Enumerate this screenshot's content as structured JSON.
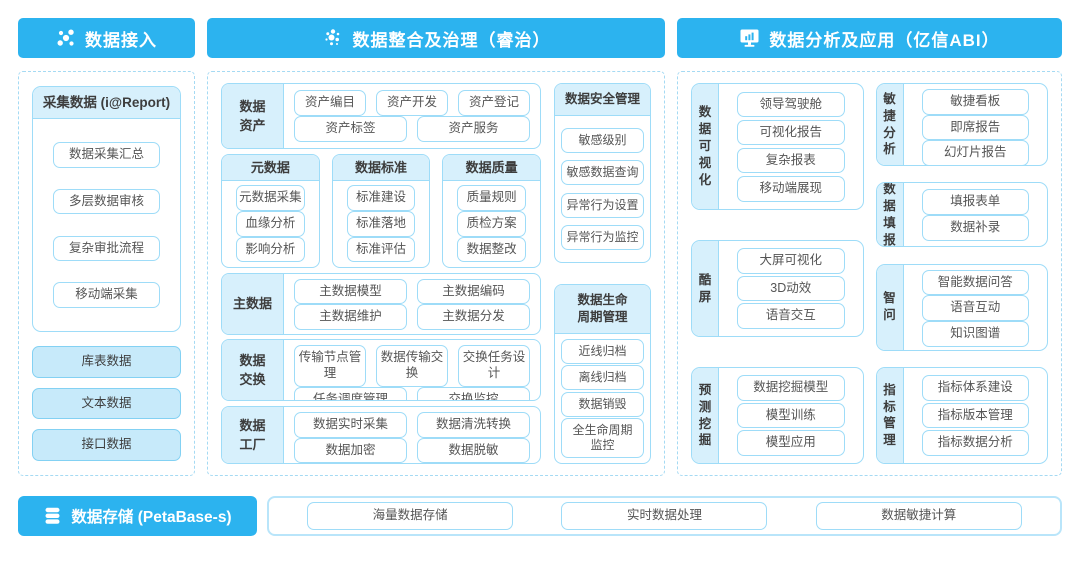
{
  "colors": {
    "header_blue": "#2cb3ef",
    "light_fill": "#d7f0fc",
    "source_fill": "#c7eafa",
    "box_border": "#9edcf8"
  },
  "access": {
    "title": "数据接入",
    "collect": {
      "title": "采集数据 (i@Report)",
      "items": [
        "数据采集汇总",
        "多层数据审核",
        "复杂审批流程",
        "移动端采集"
      ]
    },
    "sources": [
      "库表数据",
      "文本数据",
      "接口数据"
    ]
  },
  "governance": {
    "title": "数据整合及治理（睿治）",
    "asset": {
      "label": "数据\n资产",
      "row1": [
        "资产编目",
        "资产开发",
        "资产登记"
      ],
      "row2": [
        "资产标签",
        "资产服务"
      ]
    },
    "groups": [
      {
        "title": "元数据",
        "items": [
          "元数据采集",
          "血缘分析",
          "影响分析"
        ]
      },
      {
        "title": "数据标准",
        "items": [
          "标准建设",
          "标准落地",
          "标准评估"
        ]
      },
      {
        "title": "数据质量",
        "items": [
          "质量规则",
          "质检方案",
          "数据整改"
        ]
      }
    ],
    "master": {
      "label": "主数据",
      "items": [
        "主数据模型",
        "主数据编码",
        "主数据维护",
        "主数据分发"
      ]
    },
    "exchange": {
      "label": "数据\n交换",
      "row1": [
        "传输节点管理",
        "数据传输交换",
        "交换任务设计"
      ],
      "row2": [
        "任务调度管理",
        "交换监控"
      ]
    },
    "factory": {
      "label": "数据\n工厂",
      "items": [
        "数据实时采集",
        "数据清洗转换",
        "数据加密",
        "数据脱敏"
      ]
    },
    "security": {
      "title": "数据安全管理",
      "items": [
        "敏感级别",
        "敏感数据查询",
        "异常行为设置",
        "异常行为监控"
      ]
    },
    "lifecycle": {
      "title": "数据生命\n周期管理",
      "items": [
        "近线归档",
        "离线归档",
        "数据销毁",
        "全生命周期\n监控"
      ]
    }
  },
  "analysis": {
    "title": "数据分析及应用（亿信ABI）",
    "left": [
      {
        "label": "数\n据\n可\n视\n化",
        "items": [
          "领导驾驶舱",
          "可视化报告",
          "复杂报表",
          "移动端展现"
        ]
      },
      {
        "label": "酷\n屏",
        "items": [
          "大屏可视化",
          "3D动效",
          "语音交互"
        ]
      },
      {
        "label": "预\n测\n挖\n掘",
        "items": [
          "数据挖掘模型",
          "模型训练",
          "模型应用"
        ]
      }
    ],
    "right": [
      {
        "label": "敏\n捷\n分\n析",
        "items": [
          "敏捷看板",
          "即席报告",
          "幻灯片报告"
        ]
      },
      {
        "label": "数\n据\n填\n报",
        "items": [
          "填报表单",
          "数据补录"
        ]
      },
      {
        "label": "智\n问",
        "items": [
          "智能数据问答",
          "语音互动",
          "知识图谱"
        ]
      },
      {
        "label": "指\n标\n管\n理",
        "items": [
          "指标体系建设",
          "指标版本管理",
          "指标数据分析"
        ]
      }
    ]
  },
  "storage": {
    "title": "数据存储 (PetaBase-s)",
    "items": [
      "海量数据存储",
      "实时数据处理",
      "数据敏捷计算"
    ]
  }
}
